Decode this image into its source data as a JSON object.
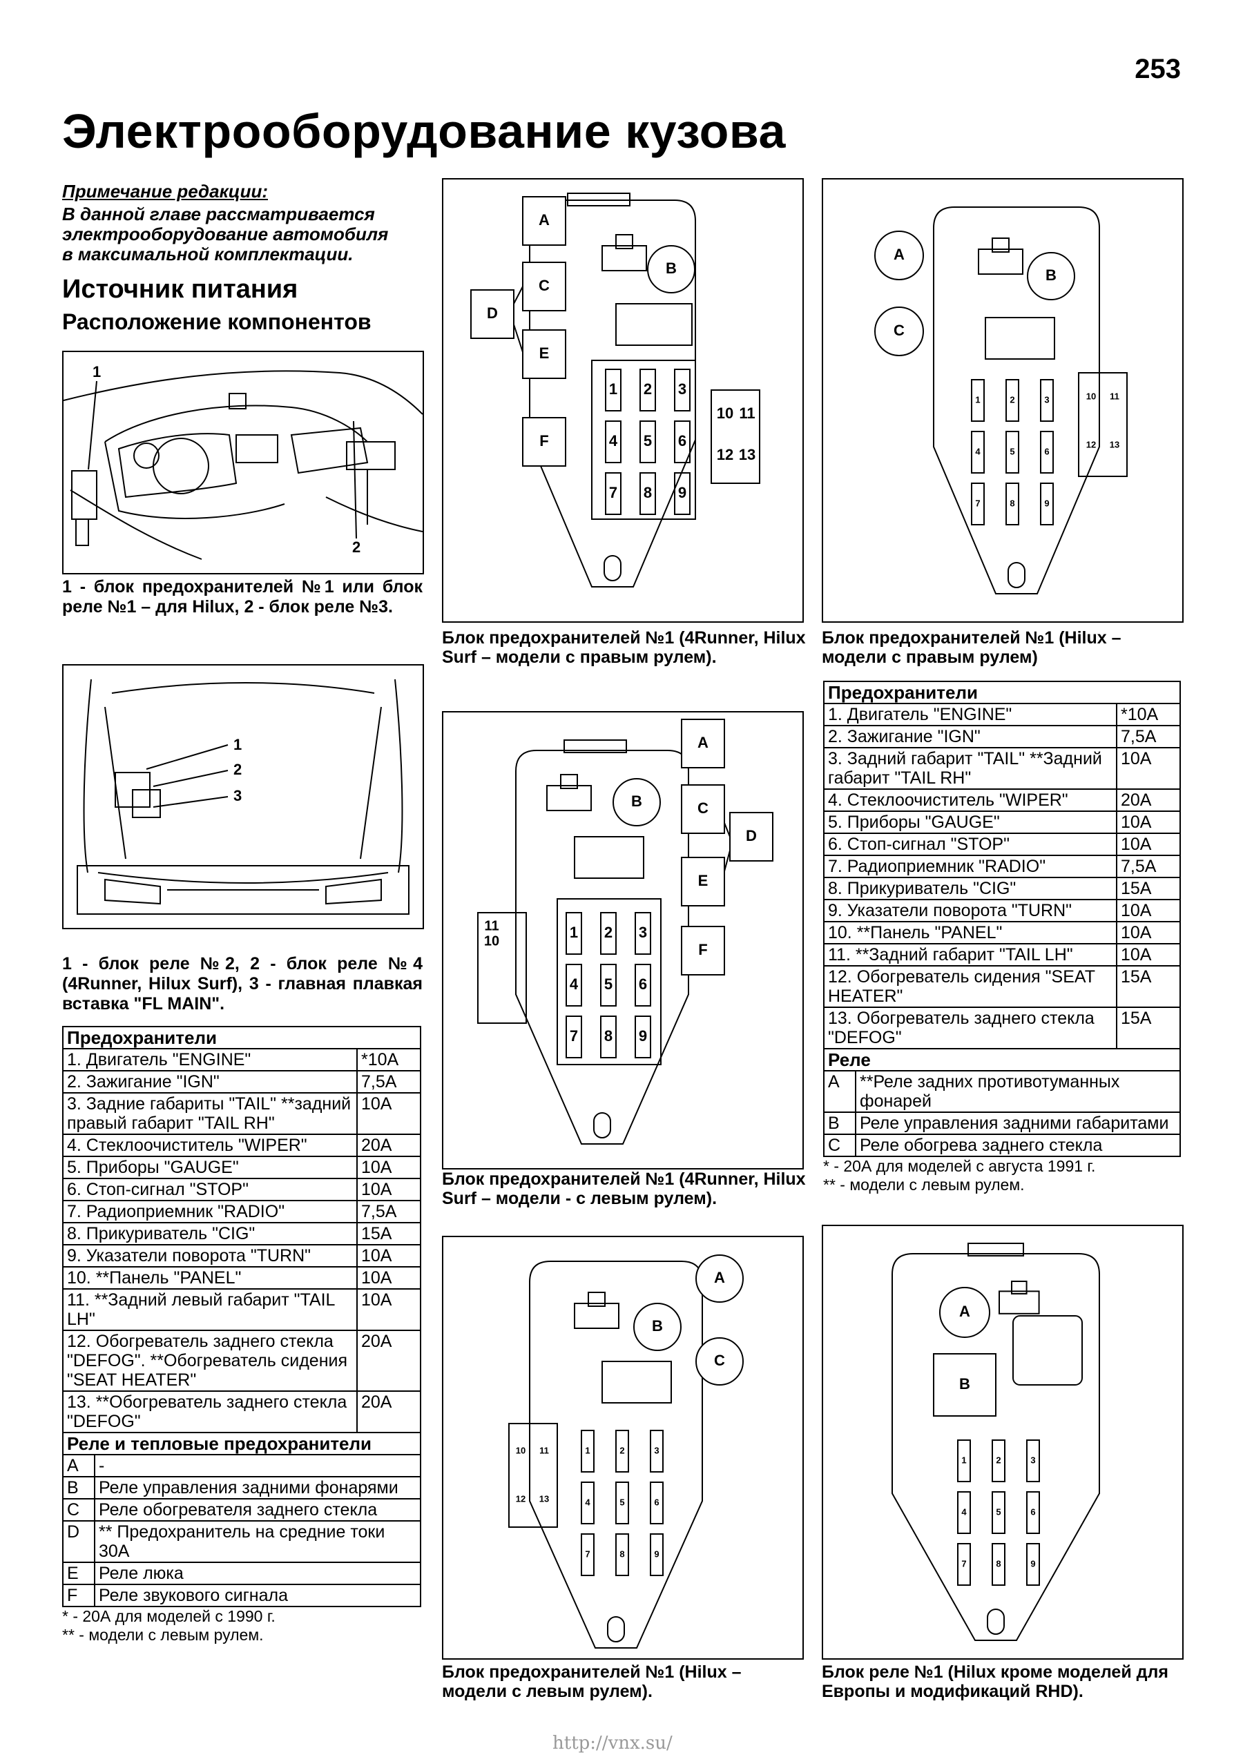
{
  "page_number": "253",
  "title": "Электрооборудование кузова",
  "editor_note": {
    "heading": "Примечание редакции:",
    "lines": [
      "В данной главе рассматривается",
      "электрооборудование автомобиля",
      "в максимальной комплектации."
    ]
  },
  "section": {
    "heading": "Источник питания",
    "subheading": "Расположение компонентов"
  },
  "fig1": {
    "labels": [
      "1",
      "2"
    ],
    "caption": "1 - блок предохранителей №1 или блок реле №1 – для Hilux, 2 - блок реле №3."
  },
  "fig2": {
    "labels": [
      "1",
      "2",
      "3"
    ],
    "caption": "1 - блок реле №2, 2 - блок реле №4 (4Runner, Hilux Surf), 3 - главная плавкая вставка \"FL MAIN\"."
  },
  "table_left": {
    "fuses_header": "Предохранители",
    "fuses": [
      {
        "name": "1. Двигатель \"ENGINE\"",
        "value": "*10A"
      },
      {
        "name": "2. Зажигание \"IGN\"",
        "value": "7,5A"
      },
      {
        "name": "3. Задние габариты \"TAIL\" **задний правый габарит \"TAIL RH\"",
        "value": "10A"
      },
      {
        "name": "4. Стеклоочиститель \"WIPER\"",
        "value": "20A"
      },
      {
        "name": "5. Приборы \"GAUGE\"",
        "value": "10A"
      },
      {
        "name": "6. Стоп-сигнал \"STOP\"",
        "value": "10A"
      },
      {
        "name": "7. Радиоприемник \"RADIO\"",
        "value": "7,5A"
      },
      {
        "name": "8. Прикуриватель \"CIG\"",
        "value": "15A"
      },
      {
        "name": "9. Указатели поворота \"TURN\"",
        "value": "10A"
      },
      {
        "name": "10. **Панель \"PANEL\"",
        "value": "10A"
      },
      {
        "name": "11. **Задний левый габарит \"TAIL LH\"",
        "value": "10A"
      },
      {
        "name": "12. Обогреватель заднего стекла \"DEFOG\". **Обогреватель сидения \"SEAT HEATER\"",
        "value": "20A"
      },
      {
        "name": "13. **Обогреватель заднего стекла \"DEFOG\"",
        "value": "20A"
      }
    ],
    "relays_header": "Реле и тепловые предохранители",
    "relays": [
      {
        "key": "A",
        "text": "-"
      },
      {
        "key": "B",
        "text": "Реле управления задними фонарями"
      },
      {
        "key": "C",
        "text": "Реле обогревателя заднего стекла"
      },
      {
        "key": "D",
        "text": "** Предохранитель на средние токи 30А"
      },
      {
        "key": "E",
        "text": "Реле люка"
      },
      {
        "key": "F",
        "text": "Реле звукового сигнала"
      }
    ],
    "footnotes": [
      "* - 20А для моделей с 1990 г.",
      "** - модели с левым рулем."
    ]
  },
  "diagrams": {
    "d1_caption": "Блок предохранителей №1 (4Runner, Hilux Surf – модели с правым рулем).",
    "d2_caption": "Блок предохранителей №1 (Hilux – модели с правым рулем)",
    "d3_caption": "Блок предохранителей №1 (4Runner, Hilux Surf – модели - с левым рулем).",
    "d4_caption": "Блок предохранителей №1 (Hilux – модели с левым рулем).",
    "d5_caption": "Блок реле №1 (Hilux кроме моделей для Европы и модификаций RHD).",
    "letters": [
      "A",
      "B",
      "C",
      "D",
      "E",
      "F"
    ],
    "fuse_numbers": [
      "1",
      "2",
      "3",
      "4",
      "5",
      "6",
      "7",
      "8",
      "9",
      "10",
      "11",
      "12",
      "13"
    ]
  },
  "table_right": {
    "fuses_header": "Предохранители",
    "fuses": [
      {
        "name": "1. Двигатель \"ENGINE\"",
        "value": "*10A"
      },
      {
        "name": "2. Зажигание \"IGN\"",
        "value": "7,5A"
      },
      {
        "name": "3. Задний габарит \"TAIL\" **Задний габарит \"TAIL RH\"",
        "value": "10A"
      },
      {
        "name": "4. Стеклоочиститель \"WIPER\"",
        "value": "20A"
      },
      {
        "name": "5. Приборы \"GAUGE\"",
        "value": "10A"
      },
      {
        "name": "6. Стоп-сигнал \"STOP\"",
        "value": "10A"
      },
      {
        "name": "7. Радиоприемник \"RADIO\"",
        "value": "7,5A"
      },
      {
        "name": "8. Прикуриватель \"CIG\"",
        "value": "15A"
      },
      {
        "name": "9. Указатели поворота \"TURN\"",
        "value": "10A"
      },
      {
        "name": "10. **Панель \"PANEL\"",
        "value": "10A"
      },
      {
        "name": "11. **Задний габарит \"TAIL LH\"",
        "value": "10A"
      },
      {
        "name": "12. Обогреватель сидения \"SEAT HEATER\"",
        "value": "15A"
      },
      {
        "name": "13. Обогреватель заднего стекла \"DEFOG\"",
        "value": "15A"
      }
    ],
    "relays_header": "Реле",
    "relays": [
      {
        "key": "A",
        "text": "**Реле задних противотуманных фонарей"
      },
      {
        "key": "B",
        "text": "Реле управления задними габаритами"
      },
      {
        "key": "C",
        "text": "Реле обогрева заднего стекла"
      }
    ],
    "footnotes": [
      "* - 20А для моделей с августа 1991 г.",
      "** - модели с левым рулем."
    ]
  },
  "url": "http://vnx.su/"
}
